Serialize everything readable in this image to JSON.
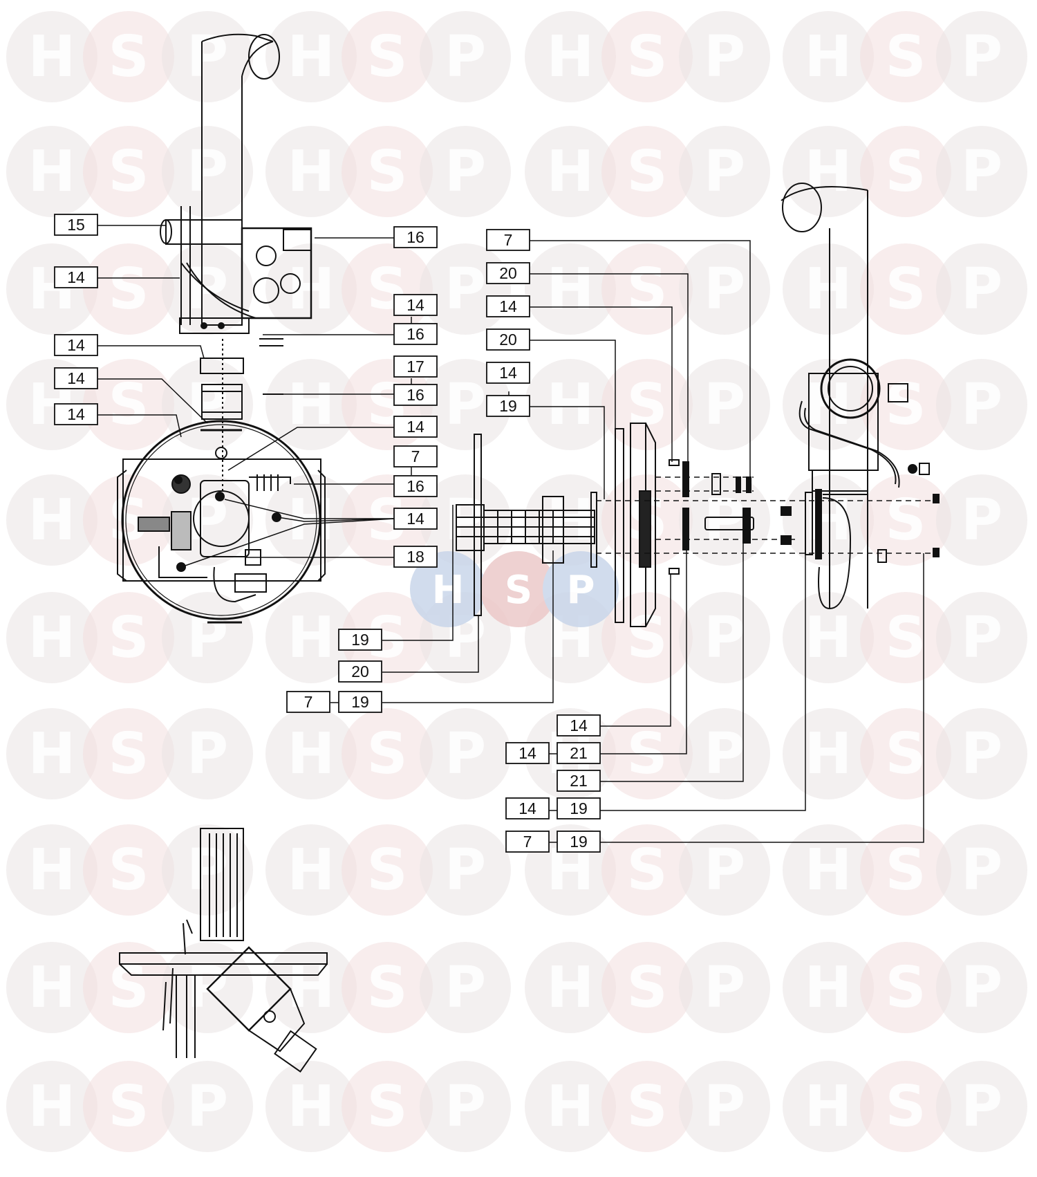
{
  "watermark": {
    "letters": [
      "H",
      "S",
      "P"
    ],
    "colors": {
      "H": "#e9e4e4",
      "S": "#f2dede",
      "P": "#e9e4e4"
    },
    "center_badge_colors": {
      "H": "#c9d6ea",
      "S": "#ecc9c9",
      "P": "#c9d6ea"
    }
  },
  "callouts": [
    {
      "id": "c15a",
      "text": "15"
    },
    {
      "id": "c14a",
      "text": "14"
    },
    {
      "id": "c16a",
      "text": "16"
    },
    {
      "id": "c14b",
      "text": "14"
    },
    {
      "id": "c16b",
      "text": "16"
    },
    {
      "id": "c14c",
      "text": "14"
    },
    {
      "id": "c14d",
      "text": "14"
    },
    {
      "id": "c17a",
      "text": "17"
    },
    {
      "id": "c16c",
      "text": "16"
    },
    {
      "id": "c14e",
      "text": "14"
    },
    {
      "id": "c14f",
      "text": "14"
    },
    {
      "id": "c7a",
      "text": "7"
    },
    {
      "id": "c16d",
      "text": "16"
    },
    {
      "id": "c14g",
      "text": "14"
    },
    {
      "id": "c18a",
      "text": "18"
    },
    {
      "id": "c7b",
      "text": "7"
    },
    {
      "id": "c20a",
      "text": "20"
    },
    {
      "id": "c14h",
      "text": "14"
    },
    {
      "id": "c20b",
      "text": "20"
    },
    {
      "id": "c14i",
      "text": "14"
    },
    {
      "id": "c19a",
      "text": "19"
    },
    {
      "id": "c19b",
      "text": "19"
    },
    {
      "id": "c20c",
      "text": "20"
    },
    {
      "id": "c7c",
      "text": "7"
    },
    {
      "id": "c19c",
      "text": "19"
    },
    {
      "id": "c14j",
      "text": "14"
    },
    {
      "id": "c14k",
      "text": "14"
    },
    {
      "id": "c21a",
      "text": "21"
    },
    {
      "id": "c21b",
      "text": "21"
    },
    {
      "id": "c14l",
      "text": "14"
    },
    {
      "id": "c19d",
      "text": "19"
    },
    {
      "id": "c7d",
      "text": "7"
    },
    {
      "id": "c19e",
      "text": "19"
    }
  ]
}
